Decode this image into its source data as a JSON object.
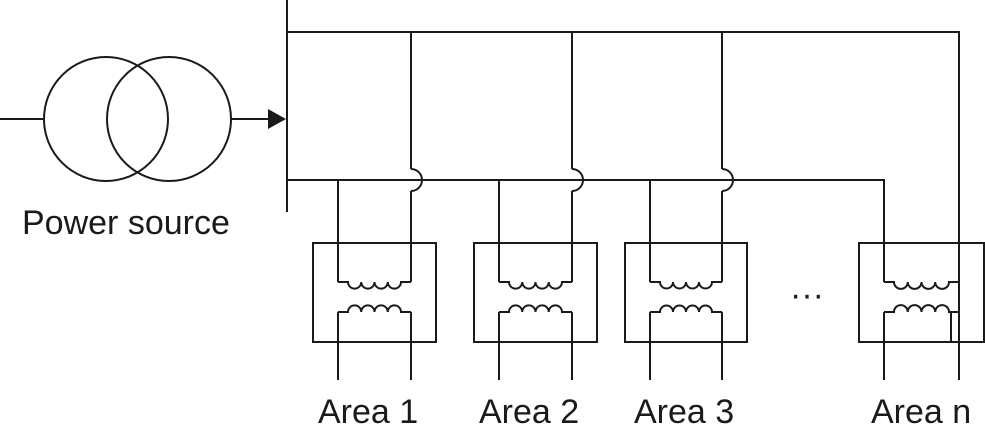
{
  "source": {
    "label": "Power source",
    "icon": "transformer-symbol-icon"
  },
  "feeders": [
    {
      "label": "Area 1"
    },
    {
      "label": "Area 2"
    },
    {
      "label": "Area 3"
    },
    {
      "label": "Area n"
    }
  ],
  "ellipsis": "···",
  "colors": {
    "line": "#1a1a1a",
    "background": "#ffffff"
  }
}
